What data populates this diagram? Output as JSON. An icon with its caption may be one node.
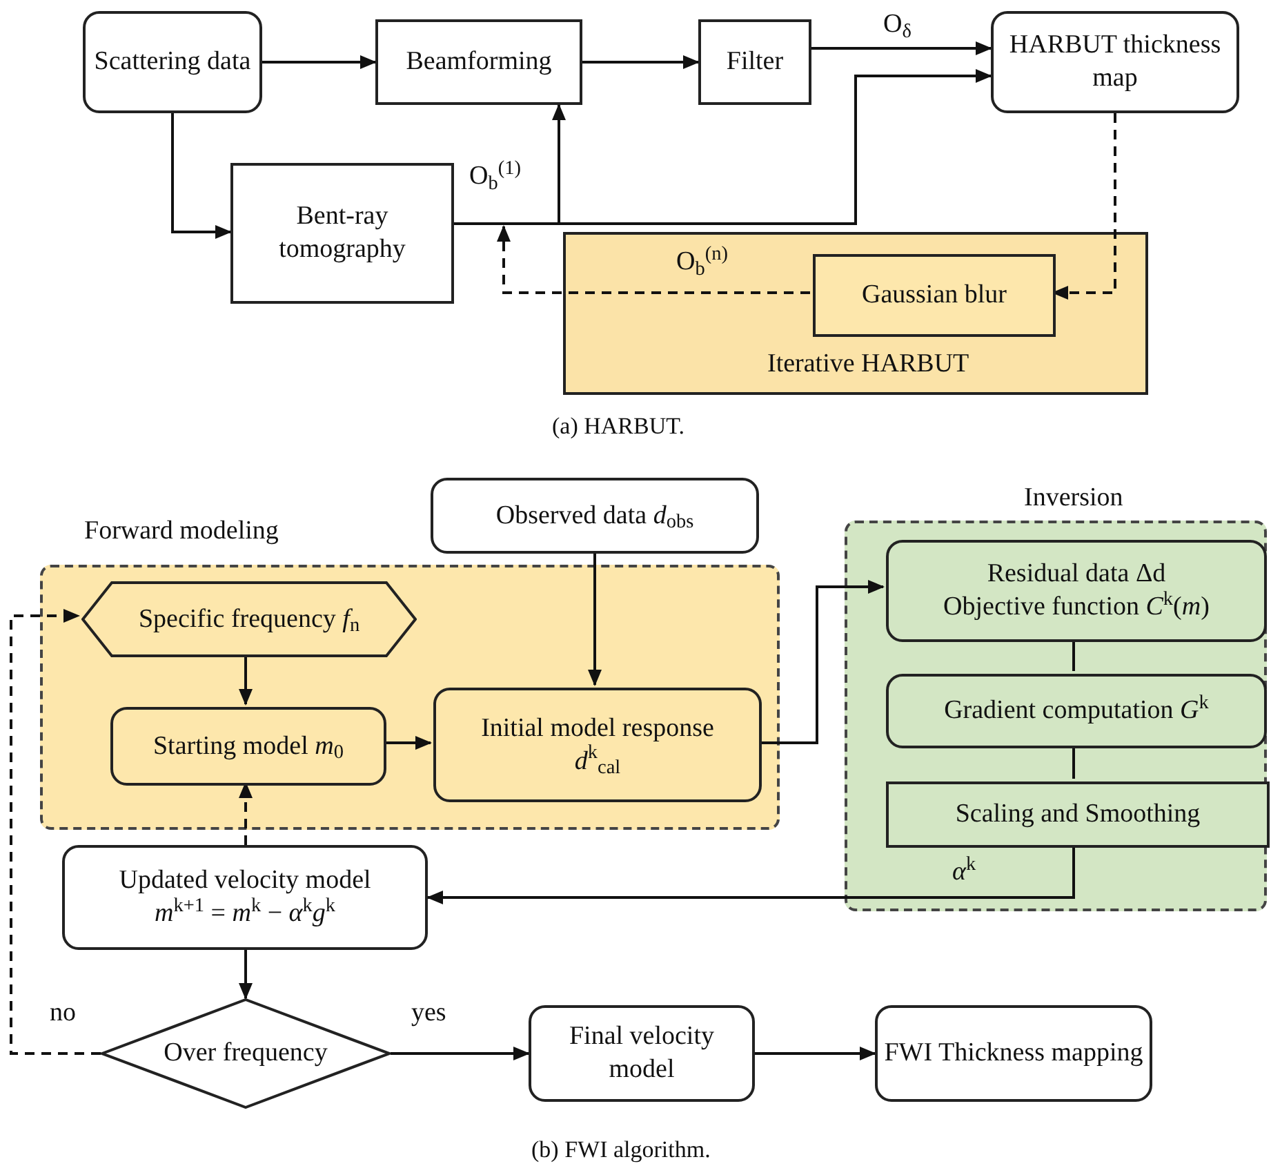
{
  "diagram": {
    "nodes": [
      {
        "text": [
          "Scattering data"
        ]
      },
      {
        "text": [
          "Beamforming"
        ]
      },
      {
        "text": [
          "Filter"
        ]
      },
      {
        "text": [
          "HARBUT thickness map"
        ]
      },
      {
        "text": [
          "Bent-ray tomography"
        ]
      },
      {
        "text": [
          "Iterative HARBUT"
        ]
      },
      {
        "text": [
          "Gaussian blur"
        ],
        "in": 5
      },
      {
        "text": [
          "Observed data *d*$_{obs}$"
        ]
      },
      {
        "text": [
          "Forward modeling"
        ]
      },
      {
        "text": [
          "Specific frequency *f*$_{n}$"
        ],
        "in": 8
      },
      {
        "text": [
          "Starting model *m*$_{0}$"
        ],
        "in": 8
      },
      {
        "text": [
          "Initial model response",
          "*d*$^{k}$$_{cal}$"
        ],
        "in": 8
      },
      {
        "text": [
          "Inversion"
        ]
      },
      {
        "text": [
          "Residual data Δd",
          "Objective function *C*$^{k}$(*m*)"
        ],
        "in": 12
      },
      {
        "text": [
          "Gradient computation *G*$^{k}$"
        ],
        "in": 12
      },
      {
        "text": [
          "Scaling and Smoothing"
        ],
        "in": 12
      },
      {
        "text": [
          "Updated velocity model",
          "*m*$^{k+1}$ = *m*$^{k}$ − *α*$^{k}$*g*$^{k}$"
        ]
      },
      {
        "text": [
          "Over frequency"
        ]
      },
      {
        "text": [
          "Final velocity model"
        ]
      },
      {
        "text": [
          "FWI Thickness mapping"
        ]
      }
    ],
    "edges": [
      {
        "from": 0,
        "to": 1,
        "arrow": "to"
      },
      {
        "from": 1,
        "to": 2,
        "arrow": "to"
      },
      {
        "from": 2,
        "to": 3,
        "arrow": "to",
        "label": "O$_{δ}$"
      },
      {
        "from": 0,
        "to": 4,
        "arrow": "to"
      },
      {
        "from": 4,
        "to": 1,
        "arrow": "to",
        "label": "O$_{b}$$^{(1)}$"
      },
      {
        "from": 4,
        "to": 3,
        "arrow": "to"
      },
      {
        "from": 3,
        "to": 6,
        "arrow": "to",
        "style": "dashed"
      },
      {
        "from": 6,
        "to": 4,
        "arrow": "to",
        "style": "dashed",
        "label": "O$_{b}$$^{(n)}$"
      },
      {
        "from": 7,
        "to": 11,
        "arrow": "to"
      },
      {
        "from": 9,
        "to": 10,
        "arrow": "to"
      },
      {
        "from": 10,
        "to": 11,
        "arrow": "to"
      },
      {
        "from": 11,
        "to": 13,
        "arrow": "to"
      },
      {
        "from": 13,
        "to": 14,
        "arrow": "none"
      },
      {
        "from": 14,
        "to": 15,
        "arrow": "none"
      },
      {
        "from": 15,
        "to": 16,
        "arrow": "to",
        "label": "*α*$^{k}$"
      },
      {
        "from": 16,
        "to": 10,
        "arrow": "to",
        "style": "dashed"
      },
      {
        "from": 16,
        "to": 17,
        "arrow": "to"
      },
      {
        "from": 17,
        "to": 9,
        "arrow": "to",
        "style": "dashed",
        "label": "no"
      },
      {
        "from": 17,
        "to": 18,
        "arrow": "to",
        "label": "yes"
      },
      {
        "from": 18,
        "to": 19,
        "arrow": "to"
      }
    ],
    "labels": [
      "(a) HARBUT.",
      "(b) FWI algorithm."
    ]
  }
}
